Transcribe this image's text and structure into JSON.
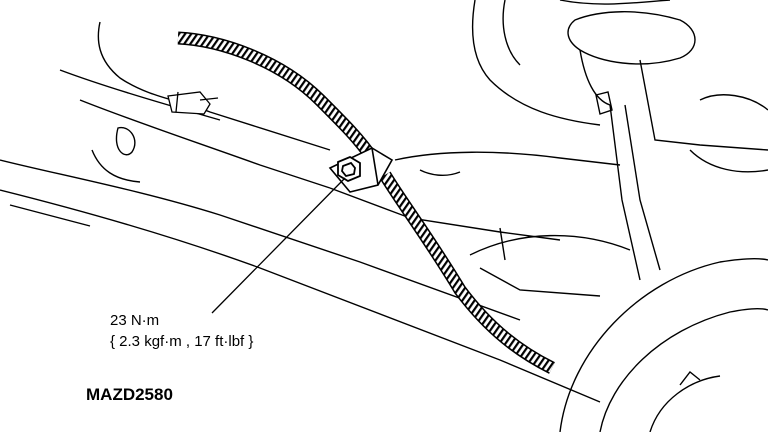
{
  "callout": {
    "torque_nm": "23 N·m",
    "torque_alt": "{ 2.3 kgf·m , 17 ft·lbf }"
  },
  "figure_code": "MAZD2580",
  "colors": {
    "line": "#000000",
    "background": "#ffffff"
  }
}
